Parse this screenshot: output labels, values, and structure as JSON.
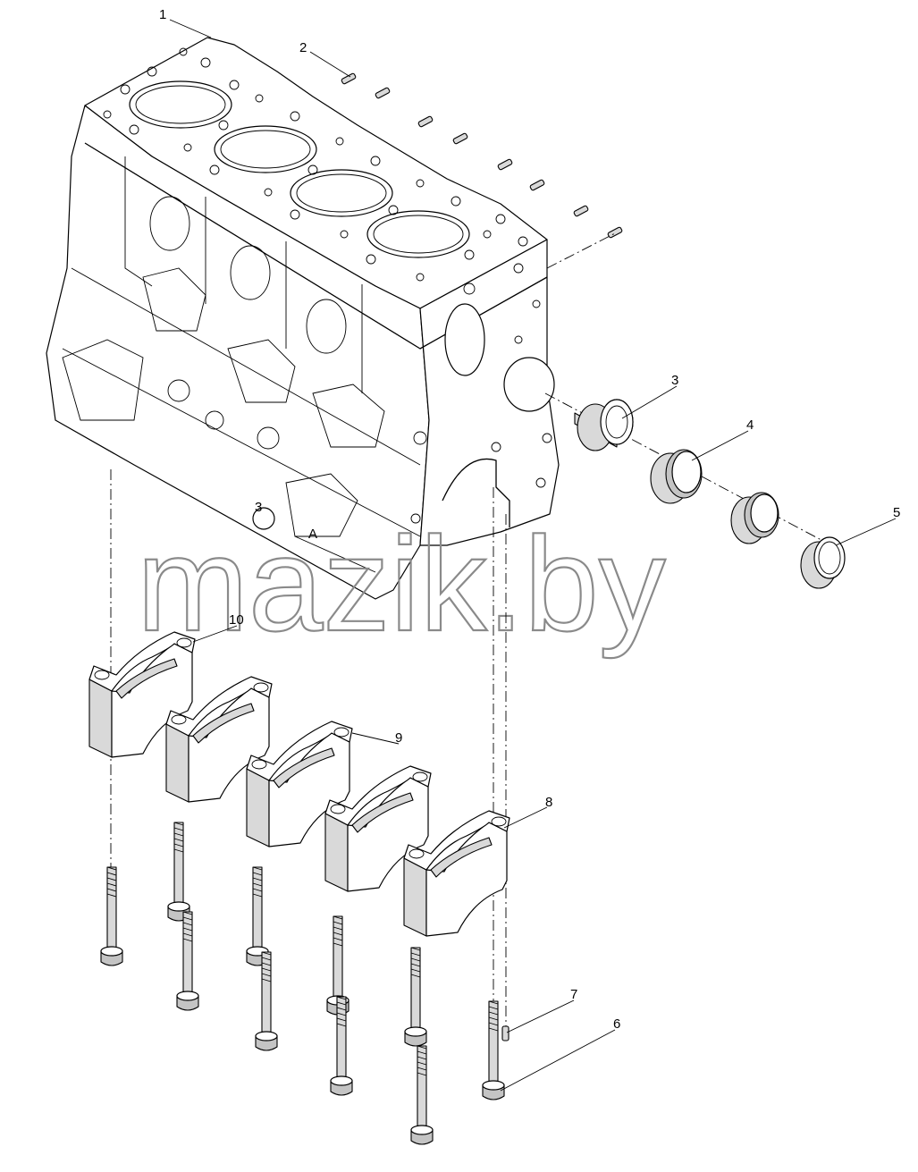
{
  "diagram": {
    "callouts": [
      {
        "id": "1",
        "label": "1"
      },
      {
        "id": "2",
        "label": "2"
      },
      {
        "id": "3",
        "label": "3"
      },
      {
        "id": "4",
        "label": "4"
      },
      {
        "id": "5",
        "label": "5"
      },
      {
        "id": "6",
        "label": "6"
      },
      {
        "id": "7",
        "label": "7"
      },
      {
        "id": "8",
        "label": "8"
      },
      {
        "id": "9",
        "label": "9"
      },
      {
        "id": "10",
        "label": "10"
      }
    ],
    "block_marks": {
      "cylinder_mark": "3",
      "face_mark": "A"
    },
    "watermark": "mazik.by"
  }
}
